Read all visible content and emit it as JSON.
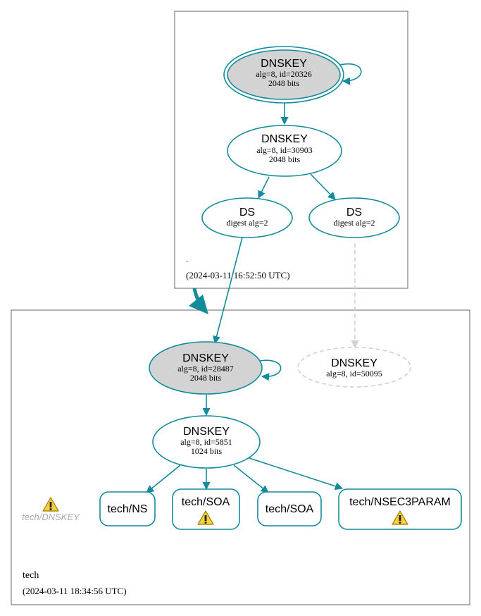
{
  "colors": {
    "edge": "#138b9c",
    "secure_fill": "#d3d3d3",
    "insecure": "#d0d0d0",
    "zone_border": "#666666",
    "warn_fill": "#f5d03a",
    "warn_stroke": "#9a7a00"
  },
  "zones": {
    "root": {
      "name": ".",
      "timestamp": "(2024-03-11 16:52:50 UTC)"
    },
    "tech": {
      "name": "tech",
      "timestamp": "(2024-03-11 18:34:56 UTC)"
    }
  },
  "nodes": {
    "root_ksk": {
      "title": "DNSKEY",
      "line1": "alg=8, id=20326",
      "line2": "2048 bits"
    },
    "root_zsk": {
      "title": "DNSKEY",
      "line1": "alg=8, id=30903",
      "line2": "2048 bits"
    },
    "root_ds1": {
      "title": "DS",
      "line1": "digest alg=2"
    },
    "root_ds2": {
      "title": "DS",
      "line1": "digest alg=2"
    },
    "tech_ksk": {
      "title": "DNSKEY",
      "line1": "alg=8, id=28487",
      "line2": "2048 bits"
    },
    "tech_missing": {
      "title": "DNSKEY",
      "line1": "alg=8, id=50095"
    },
    "tech_zsk": {
      "title": "DNSKEY",
      "line1": "alg=8, id=5851",
      "line2": "1024 bits"
    },
    "rr_ns": {
      "label": "tech/NS"
    },
    "rr_soa_warn": {
      "label": "tech/SOA"
    },
    "rr_soa": {
      "label": "tech/SOA"
    },
    "rr_nsec3param": {
      "label": "tech/NSEC3PARAM"
    },
    "dnskey_warning": {
      "label": "tech/DNSKEY"
    }
  },
  "icons": {
    "warning": "warning-triangle-icon"
  }
}
